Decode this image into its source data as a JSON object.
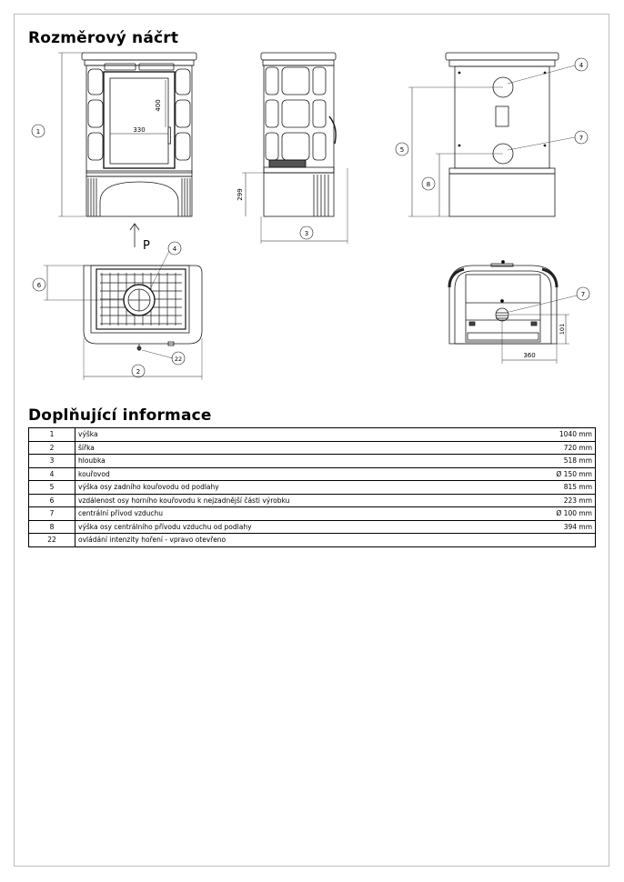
{
  "headings": {
    "sketch": "Rozměrový náčrt",
    "info": "Doplňující informace"
  },
  "drawing": {
    "door_width": "330",
    "door_height": "400",
    "pedestal_height": "299",
    "air_offset": "101",
    "air_width": "360",
    "direction": "P",
    "callouts": [
      "1",
      "2",
      "3",
      "4",
      "5",
      "6",
      "7",
      "8",
      "22"
    ]
  },
  "table": {
    "rows": [
      {
        "num": "1",
        "desc": "výška",
        "val": "1040 mm"
      },
      {
        "num": "2",
        "desc": "šířka",
        "val": "720 mm"
      },
      {
        "num": "3",
        "desc": "hloubka",
        "val": "518 mm"
      },
      {
        "num": "4",
        "desc": "kouřovod",
        "val": "Ø 150 mm"
      },
      {
        "num": "5",
        "desc": "výška osy zadního kouřovodu od podlahy",
        "val": "815 mm"
      },
      {
        "num": "6",
        "desc": "vzdálenost osy horního kouřovodu k nejzadnější části výrobku",
        "val": "223 mm"
      },
      {
        "num": "7",
        "desc": "centrální přívod vzduchu",
        "val": "Ø 100 mm"
      },
      {
        "num": "8",
        "desc": "výška osy centrálního přívodu vzduchu od podlahy",
        "val": "394 mm"
      },
      {
        "num": "22",
        "desc": "ovládání intenzity hoření - vpravo otevřeno",
        "val": ""
      }
    ]
  }
}
